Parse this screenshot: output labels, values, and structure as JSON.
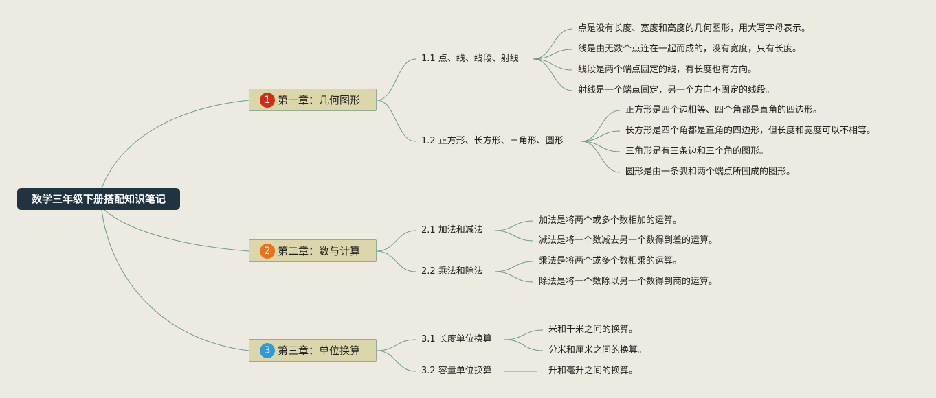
{
  "root": {
    "title": "数学三年级下册搭配知识笔记"
  },
  "chapters": [
    {
      "badge": "1",
      "badge_color": "#d42a16",
      "title": "第一章：几何图形",
      "sections": [
        {
          "title": "1.1 点、线、线段、射线",
          "items": [
            "点是没有长度、宽度和高度的几何图形，用大写字母表示。",
            "线是由无数个点连在一起而成的，没有宽度，只有长度。",
            "线段是两个端点固定的线，有长度也有方向。",
            "射线是一个端点固定，另一个方向不固定的线段。"
          ]
        },
        {
          "title": "1.2 正方形、长方形、三角形、圆形",
          "items": [
            "正方形是四个边相等、四个角都是直角的四边形。",
            "长方形是四个角都是直角的四边形，但长度和宽度可以不相等。",
            "三角形是有三条边和三个角的图形。",
            "圆形是由一条弧和两个端点所围成的图形。"
          ]
        }
      ]
    },
    {
      "badge": "2",
      "badge_color": "#e8731a",
      "title": "第二章：数与计算",
      "sections": [
        {
          "title": "2.1 加法和减法",
          "items": [
            "加法是将两个或多个数相加的运算。",
            "减法是将一个数减去另一个数得到差的运算。"
          ]
        },
        {
          "title": "2.2 乘法和除法",
          "items": [
            "乘法是将两个或多个数相乘的运算。",
            "除法是将一个数除以另一个数得到商的运算。"
          ]
        }
      ]
    },
    {
      "badge": "3",
      "badge_color": "#2f9ad8",
      "title": "第三章：单位换算",
      "sections": [
        {
          "title": "3.1 长度单位换算",
          "items": [
            "米和千米之间的换算。",
            "分米和厘米之间的换算。"
          ]
        },
        {
          "title": "3.2 容量单位换算",
          "items": [
            "升和毫升之间的换算。"
          ]
        }
      ]
    }
  ]
}
